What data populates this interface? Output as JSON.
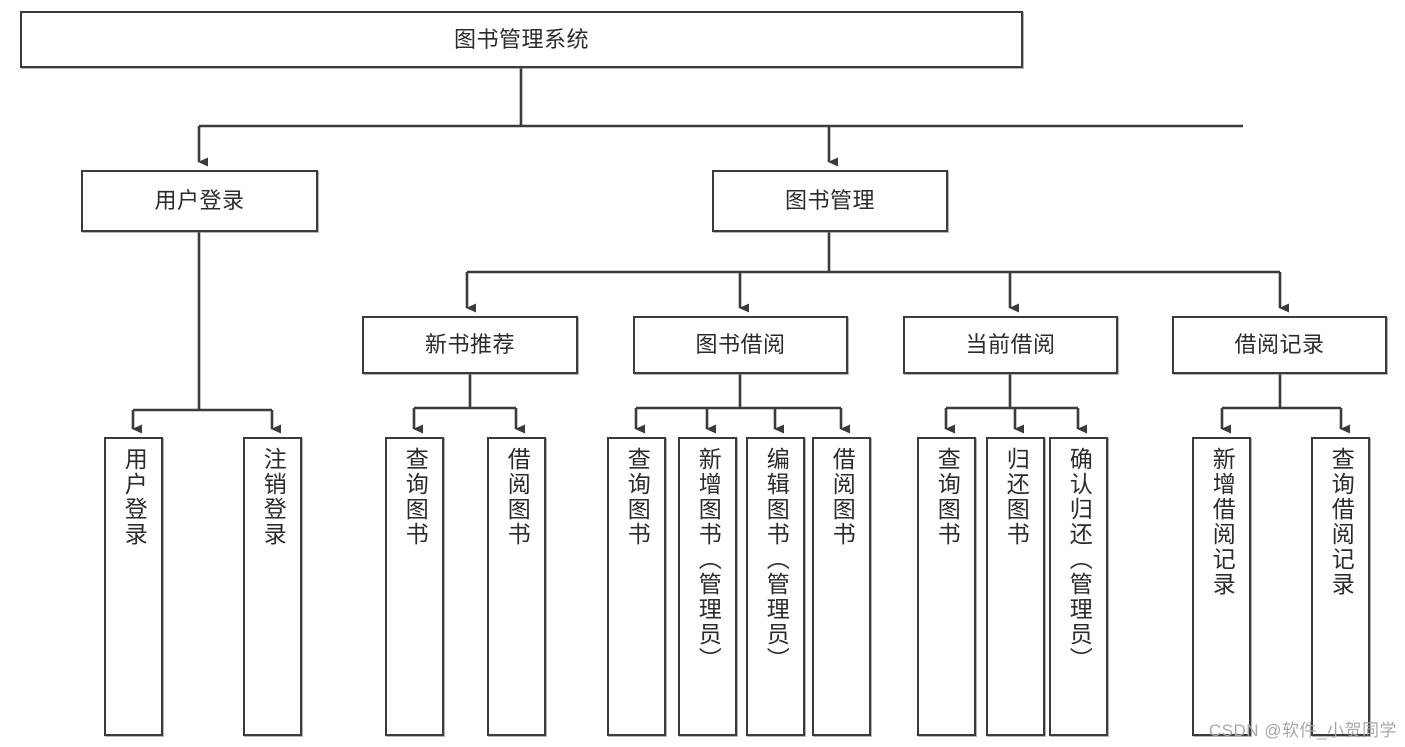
{
  "diagram": {
    "type": "tree-hierarchy-chart",
    "title": "图书管理系统",
    "line_color": "#3b3b3b",
    "box_fill": "#ffffff",
    "text_color": "#2b2b2b",
    "root": {
      "label": "图书管理系统"
    },
    "level2": [
      {
        "label": "用户登录"
      },
      {
        "label": "图书管理"
      }
    ],
    "level3": [
      {
        "label": "新书推荐"
      },
      {
        "label": "图书借阅"
      },
      {
        "label": "当前借阅"
      },
      {
        "label": "借阅记录"
      }
    ],
    "leaves": {
      "user_login": [
        {
          "label": "用户登录"
        },
        {
          "label": "注销登录"
        }
      ],
      "new_book_recommend": [
        {
          "label": "查询图书"
        },
        {
          "label": "借阅图书"
        }
      ],
      "book_borrow": [
        {
          "label": "查询图书"
        },
        {
          "label": "新增图书（管理员）"
        },
        {
          "label": "编辑图书（管理员）"
        },
        {
          "label": "借阅图书"
        }
      ],
      "current_borrow": [
        {
          "label": "查询图书"
        },
        {
          "label": "归还图书"
        },
        {
          "label": "确认归还（管理员）"
        }
      ],
      "borrow_record": [
        {
          "label": "新增借阅记录"
        },
        {
          "label": "查询借阅记录"
        }
      ]
    }
  },
  "watermark": {
    "text": "CSDN @软件_小贺同学"
  }
}
